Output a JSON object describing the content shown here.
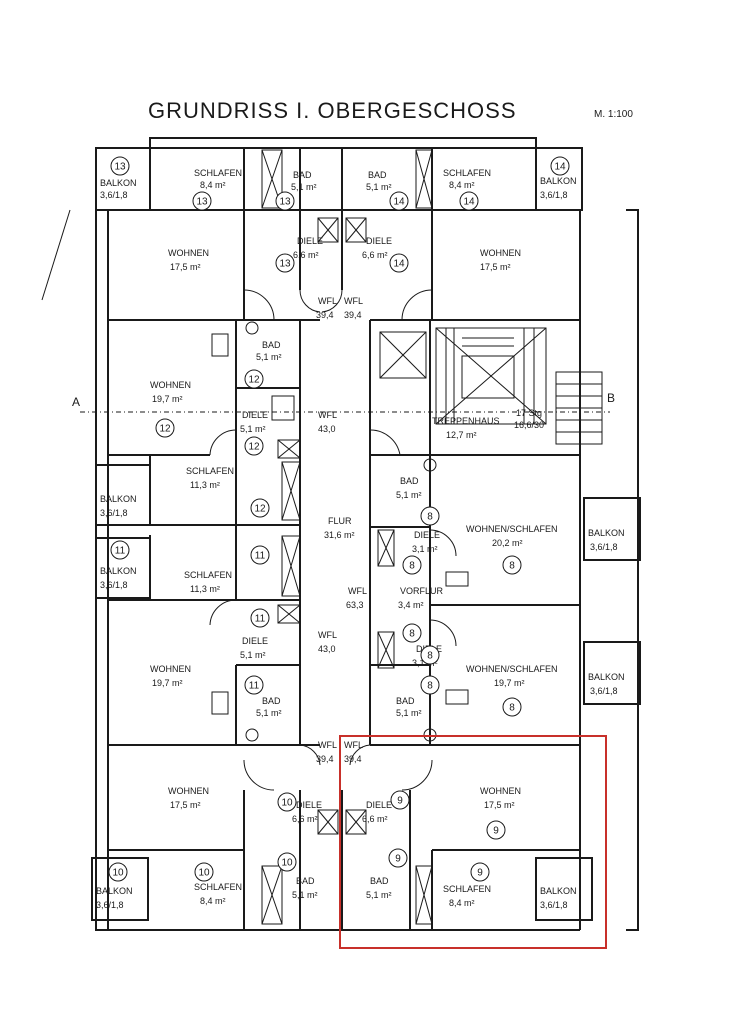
{
  "header": {
    "title": "GRUNDRISS I. OBERGESCHOSS",
    "scale": "M. 1:100"
  },
  "section": {
    "left": "A",
    "right": "B"
  },
  "rooms": [
    {
      "id": "schlafen-13",
      "name": "SCHLAFEN",
      "area": "8,4 m²",
      "unit": "13"
    },
    {
      "id": "bad-13",
      "name": "BAD",
      "area": "5,1 m²",
      "unit": "13"
    },
    {
      "id": "bad-14",
      "name": "BAD",
      "area": "5,1 m²",
      "unit": "14"
    },
    {
      "id": "schlafen-14",
      "name": "SCHLAFEN",
      "area": "8,4 m²",
      "unit": "14"
    },
    {
      "id": "wohnen-13",
      "name": "WOHNEN",
      "area": "17,5 m²",
      "unit": "13"
    },
    {
      "id": "diele-13",
      "name": "DIELE",
      "area": "6,6 m²",
      "unit": "13"
    },
    {
      "id": "diele-14",
      "name": "DIELE",
      "area": "6,6 m²",
      "unit": "14"
    },
    {
      "id": "wohnen-14",
      "name": "WOHNEN",
      "area": "17,5 m²",
      "unit": "14"
    },
    {
      "id": "bad-12",
      "name": "BAD",
      "area": "5,1 m²",
      "unit": "12"
    },
    {
      "id": "wohnen-12",
      "name": "WOHNEN",
      "area": "19,7 m²",
      "unit": "12"
    },
    {
      "id": "diele-12",
      "name": "DIELE",
      "area": "5,1 m²",
      "unit": "12"
    },
    {
      "id": "treppenhaus",
      "name": "TREPPENHAUS",
      "area": "12,7 m²",
      "unit": ""
    },
    {
      "id": "schlafen-12",
      "name": "SCHLAFEN",
      "area": "11,3 m²",
      "unit": "12"
    },
    {
      "id": "bad-8",
      "name": "BAD",
      "area": "5,1 m²",
      "unit": "8"
    },
    {
      "id": "flur",
      "name": "FLUR",
      "area": "31,6 m²",
      "unit": ""
    },
    {
      "id": "wohnen-schlafen-8a",
      "name": "WOHNEN/SCHLAFEN",
      "area": "20,2 m²",
      "unit": "8"
    },
    {
      "id": "diele-8a",
      "name": "DIELE",
      "area": "3,1 m²",
      "unit": "8"
    },
    {
      "id": "schlafen-11",
      "name": "SCHLAFEN",
      "area": "11,3 m²",
      "unit": "11"
    },
    {
      "id": "vorflur-8",
      "name": "VORFLUR",
      "area": "3,4 m²",
      "unit": "8"
    },
    {
      "id": "diele-11",
      "name": "DIELE",
      "area": "5,1 m²",
      "unit": "11"
    },
    {
      "id": "diele-8b",
      "name": "DIELE",
      "area": "3,1 m²",
      "unit": "8"
    },
    {
      "id": "wohnen-schlafen-8b",
      "name": "WOHNEN/SCHLAFEN",
      "area": "19,7 m²",
      "unit": "8"
    },
    {
      "id": "wohnen-11",
      "name": "WOHNEN",
      "area": "19,7 m²",
      "unit": "11"
    },
    {
      "id": "bad-11",
      "name": "BAD",
      "area": "5,1 m²",
      "unit": "11"
    },
    {
      "id": "bad-8b",
      "name": "BAD",
      "area": "5,1 m²",
      "unit": "8"
    },
    {
      "id": "wohnen-10",
      "name": "WOHNEN",
      "area": "17,5 m²",
      "unit": "10"
    },
    {
      "id": "diele-10",
      "name": "DIELE",
      "area": "6,6 m²",
      "unit": "10"
    },
    {
      "id": "diele-9",
      "name": "DIELE",
      "area": "6,6 m²",
      "unit": "9"
    },
    {
      "id": "wohnen-9",
      "name": "WOHNEN",
      "area": "17,5 m²",
      "unit": "9"
    },
    {
      "id": "schlafen-10",
      "name": "SCHLAFEN",
      "area": "8,4 m²",
      "unit": "10"
    },
    {
      "id": "bad-10",
      "name": "BAD",
      "area": "5,1 m²",
      "unit": "10"
    },
    {
      "id": "bad-9",
      "name": "BAD",
      "area": "5,1 m²",
      "unit": "9"
    },
    {
      "id": "schlafen-9",
      "name": "SCHLAFEN",
      "area": "8,4 m²",
      "unit": "9"
    }
  ],
  "balconies": [
    {
      "id": "balkon-13",
      "name": "BALKON",
      "size": "3,6/1,8",
      "unit": "13"
    },
    {
      "id": "balkon-14",
      "name": "BALKON",
      "size": "3,6/1,8",
      "unit": "14"
    },
    {
      "id": "balkon-12",
      "name": "BALKON",
      "size": "3,6/1,8",
      "unit": "12"
    },
    {
      "id": "balkon-11",
      "name": "BALKON",
      "size": "3,6/1,8",
      "unit": "11"
    },
    {
      "id": "balkon-8a",
      "name": "BALKON",
      "size": "3,6/1,8",
      "unit": "8"
    },
    {
      "id": "balkon-8b",
      "name": "BALKON",
      "size": "3,6/1,8",
      "unit": "8"
    },
    {
      "id": "balkon-10",
      "name": "BALKON",
      "size": "3,6/1,8",
      "unit": "10"
    },
    {
      "id": "balkon-9",
      "name": "BALKON",
      "size": "3,6/1,8",
      "unit": "9"
    }
  ],
  "wfl": [
    {
      "id": "wfl-13",
      "label": "WFL",
      "value": "39,4"
    },
    {
      "id": "wfl-14",
      "label": "WFL",
      "value": "39,4"
    },
    {
      "id": "wfl-12",
      "label": "WFL",
      "value": "43,0"
    },
    {
      "id": "wfl-8",
      "label": "WFL",
      "value": "63,3"
    },
    {
      "id": "wfl-11",
      "label": "WFL",
      "value": "43,0"
    },
    {
      "id": "wfl-10",
      "label": "WFL",
      "value": "39,4"
    },
    {
      "id": "wfl-9",
      "label": "WFL",
      "value": "39,4"
    }
  ],
  "stair": {
    "steps": "17 Stg",
    "ratio": "16,6/30"
  },
  "unit_markers": [
    "13",
    "13",
    "13",
    "13",
    "14",
    "14",
    "14",
    "14",
    "12",
    "12",
    "12",
    "12",
    "8",
    "8",
    "8",
    "8",
    "8",
    "8",
    "8",
    "11",
    "11",
    "11",
    "11",
    "10",
    "10",
    "10",
    "10",
    "9",
    "9",
    "9",
    "9"
  ]
}
